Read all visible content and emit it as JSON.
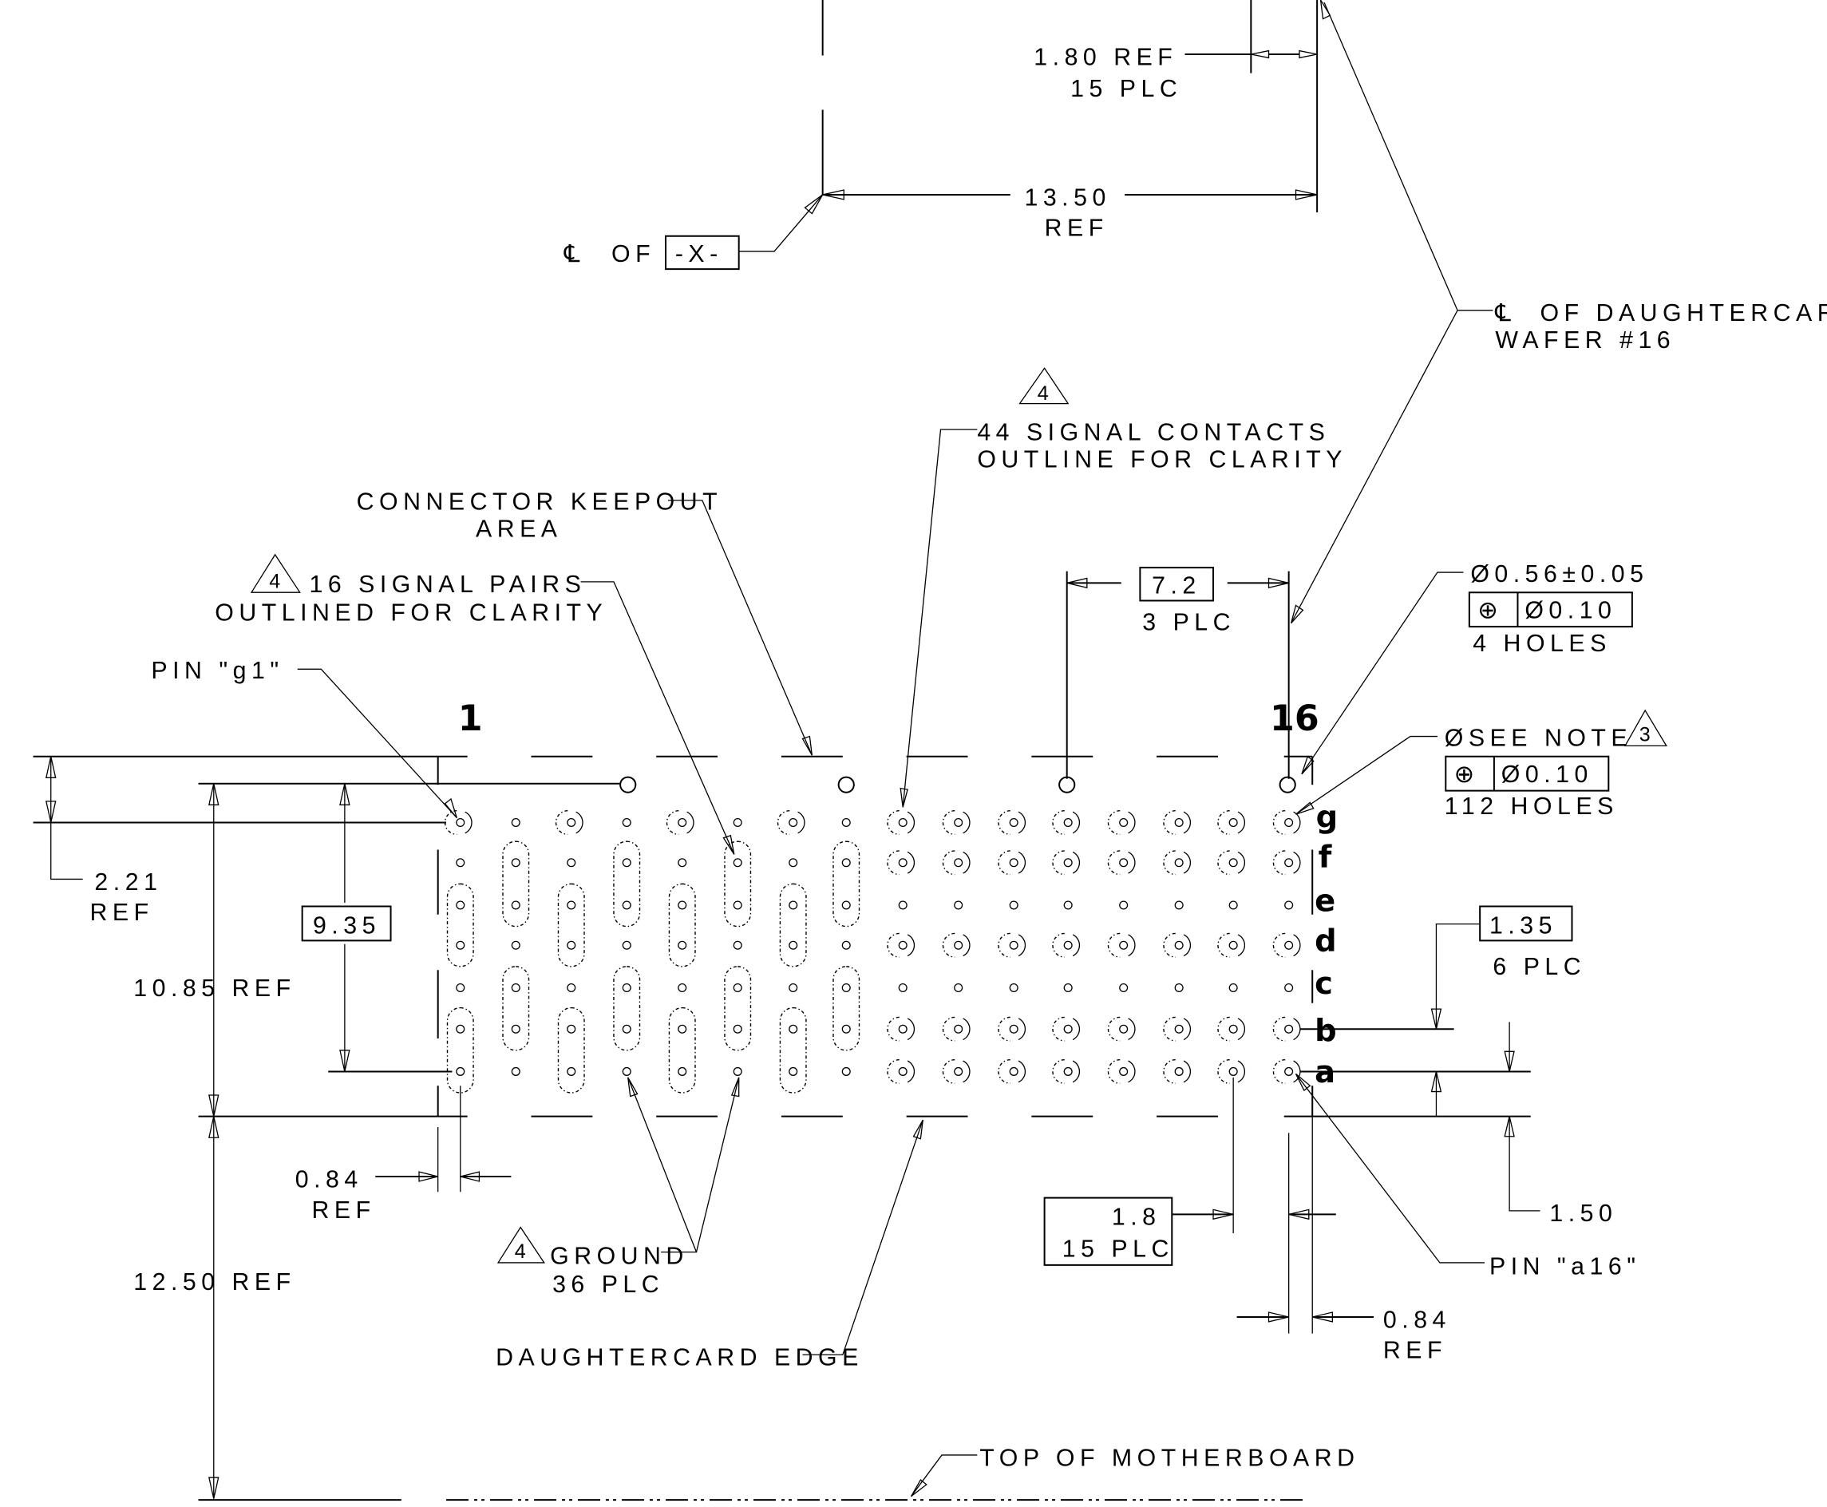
{
  "labels": {
    "dim_1_80": "1.80 REF",
    "dim_15plc_top": "15 PLC",
    "dim_13_50": "13.50",
    "dim_13_50_ref": "REF",
    "cl_symbol": "℄",
    "cl_of": "OF",
    "datum_x": "-X-",
    "cl_daughtercard": "OF DAUGHTERCARD",
    "wafer_16": "WAFER #16",
    "delta_4": "4",
    "delta_3": "3",
    "signal44_l1": "44 SIGNAL CONTACTS",
    "signal44_l2": "OUTLINE FOR CLARITY",
    "keepout_l1": "CONNECTOR KEEPOUT",
    "keepout_l2": "AREA",
    "pairs_l1": "16 SIGNAL PAIRS",
    "pairs_l2": "OUTLINED FOR CLARITY",
    "dim_7_2": "7.2",
    "dim_3plc": "3 PLC",
    "hole_dia": "Ø0.56±0.05",
    "fcf_sym": "⊕",
    "fcf_tol": "Ø0.10",
    "holes_4": "4 HOLES",
    "see_note": "ØSEE NOTE",
    "holes_112": "112 HOLES",
    "pin_g1": "PIN \"g1\"",
    "col_1": "1",
    "col_16": "16",
    "row_g": "g",
    "row_f": "f",
    "row_e": "e",
    "row_d": "d",
    "row_c": "c",
    "row_b": "b",
    "row_a": "a",
    "dim_2_21": "2.21",
    "ref": "REF",
    "dim_9_35": "9.35",
    "dim_10_85": "10.85 REF",
    "dim_1_35": "1.35",
    "dim_6plc": "6 PLC",
    "dim_0_84_left": "0.84",
    "dim_12_50": "12.50 REF",
    "ground_l1": "GROUND",
    "ground_l2": "36 PLC",
    "dim_1_8": "1.8",
    "dim_15plc_bot": "15 PLC",
    "dim_1_50": "1.50",
    "pin_a16": "PIN \"a16\"",
    "dim_0_84_right": "0.84",
    "daughtercard_edge": "DAUGHTERCARD EDGE",
    "top_motherboard": "TOP OF MOTHERBOARD"
  }
}
